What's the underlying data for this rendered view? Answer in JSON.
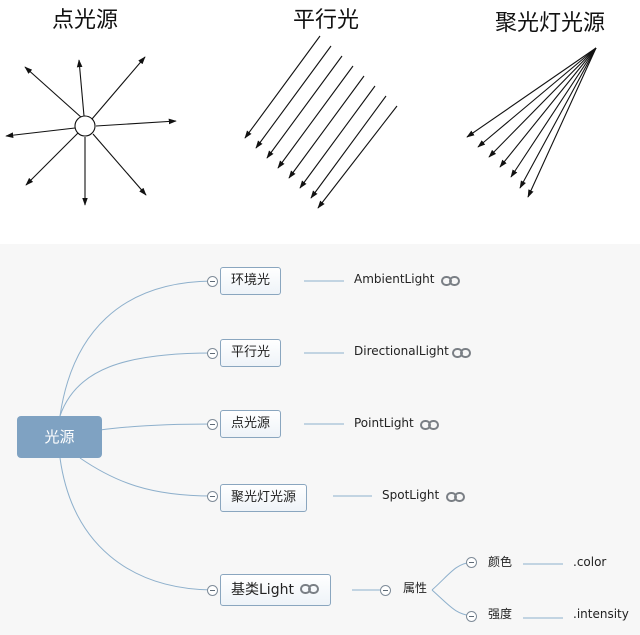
{
  "light_types": {
    "point": "点光源",
    "parallel": "平行光",
    "spot": "聚光灯光源"
  },
  "mindmap": {
    "root": "光源",
    "branches": [
      {
        "label": "环境光",
        "api": "AmbientLight"
      },
      {
        "label": "平行光",
        "api": "DirectionalLight"
      },
      {
        "label": "点光源",
        "api": "PointLight"
      },
      {
        "label": "聚光灯光源",
        "api": "SpotLight"
      }
    ],
    "base": {
      "label": "基类Light",
      "attribute_group": "属性",
      "attributes": [
        {
          "name": "颜色",
          "property": ".color"
        },
        {
          "name": "强度",
          "property": ".intensity"
        }
      ]
    }
  },
  "colors": {
    "root_fill": "#7fa2c2",
    "node_border": "#8aa6bf",
    "connector": "#8eb0cc",
    "canvas": "#f7f7f7"
  },
  "icons": [
    "link-icon",
    "collapse-icon",
    "arrow-icon"
  ]
}
